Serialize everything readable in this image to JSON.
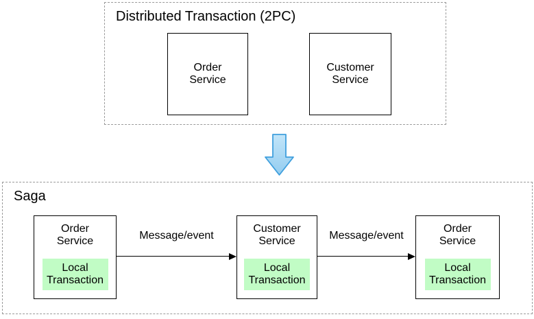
{
  "colors": {
    "local_transaction_fill": "#c1fcc5",
    "down_arrow_fill_top": "#c2e5f9",
    "down_arrow_fill_bottom": "#94cdf0",
    "down_arrow_border": "#3f9fdd",
    "group_border": "#999999",
    "box_border": "#000000"
  },
  "two_pc": {
    "title": "Distributed Transaction (2PC)",
    "services": [
      {
        "name": "Order\nService"
      },
      {
        "name": "Customer\nService"
      }
    ]
  },
  "transform_arrow": {
    "icon": "down-arrow"
  },
  "saga": {
    "title": "Saga",
    "steps": [
      {
        "service": "Order\nService",
        "inner": "Local\nTransaction"
      },
      {
        "service": "Customer\nService",
        "inner": "Local\nTransaction"
      },
      {
        "service": "Order\nService",
        "inner": "Local\nTransaction"
      }
    ],
    "arrows": [
      {
        "label": "Message/event"
      },
      {
        "label": "Message/event"
      }
    ]
  }
}
